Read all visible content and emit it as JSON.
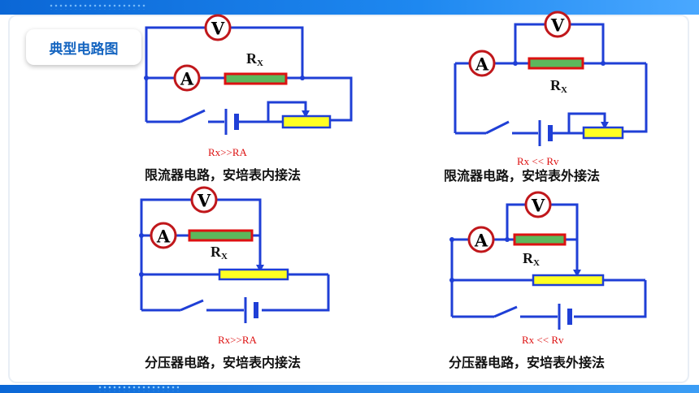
{
  "badge": {
    "label": "典型电路图"
  },
  "circuits": [
    {
      "voltmeter": "V",
      "ammeter": "A",
      "resistor_main": "R",
      "resistor_sub": "X",
      "condition": "Rx>>RA",
      "caption": "限流器电路，安培表内接法"
    },
    {
      "voltmeter": "V",
      "ammeter": "A",
      "resistor_main": "R",
      "resistor_sub": "X",
      "condition": "Rx << Rv",
      "caption": "限流器电路，安培表外接法"
    },
    {
      "voltmeter": "V",
      "ammeter": "A",
      "resistor_main": "R",
      "resistor_sub": "X",
      "condition": "Rx>>RA",
      "caption": "分压器电路，安培表内接法"
    },
    {
      "voltmeter": "V",
      "ammeter": "A",
      "resistor_main": "R",
      "resistor_sub": "X",
      "condition": "Rx << Rv",
      "caption": "分压器电路，安培表外接法"
    }
  ],
  "colors": {
    "wire": "#1f3fd6",
    "resistor_fill": "#5cb85c",
    "resistor_border": "#dd1111",
    "rheostat_fill": "#ffff22",
    "meter_border": "#c0171b",
    "condition_text": "#dd1111",
    "title_text": "#1565c0",
    "header_bar": "#1e88f0"
  }
}
